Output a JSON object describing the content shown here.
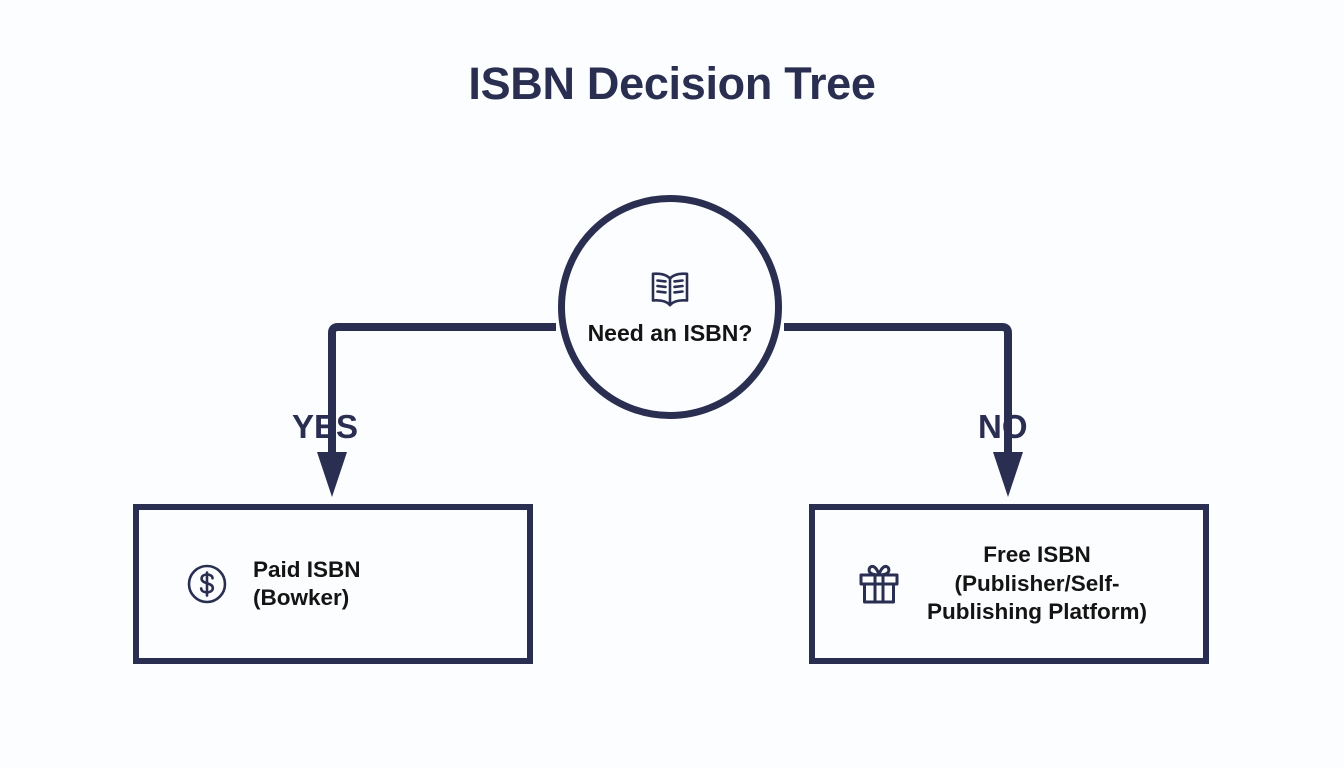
{
  "title": "ISBN Decision Tree",
  "theme": {
    "background": "#fcfdfe",
    "accent_navy": "#2a2f52",
    "text_dark": "#141414"
  },
  "diagram": {
    "type": "decision-tree",
    "root": {
      "shape": "circle",
      "icon": "open-book-icon",
      "label_line_1": "Need an",
      "label_line_2": "ISBN?"
    },
    "branches": [
      {
        "label": "YES",
        "side": "left",
        "target": {
          "shape": "rectangle",
          "icon": "dollar-coin-icon",
          "label_line_1": "Paid ISBN",
          "label_line_2": "(Bowker)",
          "label_line_3": ""
        }
      },
      {
        "label": "NO",
        "side": "right",
        "target": {
          "shape": "rectangle",
          "icon": "gift-box-icon",
          "label_line_1": "Free ISBN",
          "label_line_2": "(Publisher/Self-",
          "label_line_3": "Publishing Platform)"
        }
      }
    ]
  }
}
